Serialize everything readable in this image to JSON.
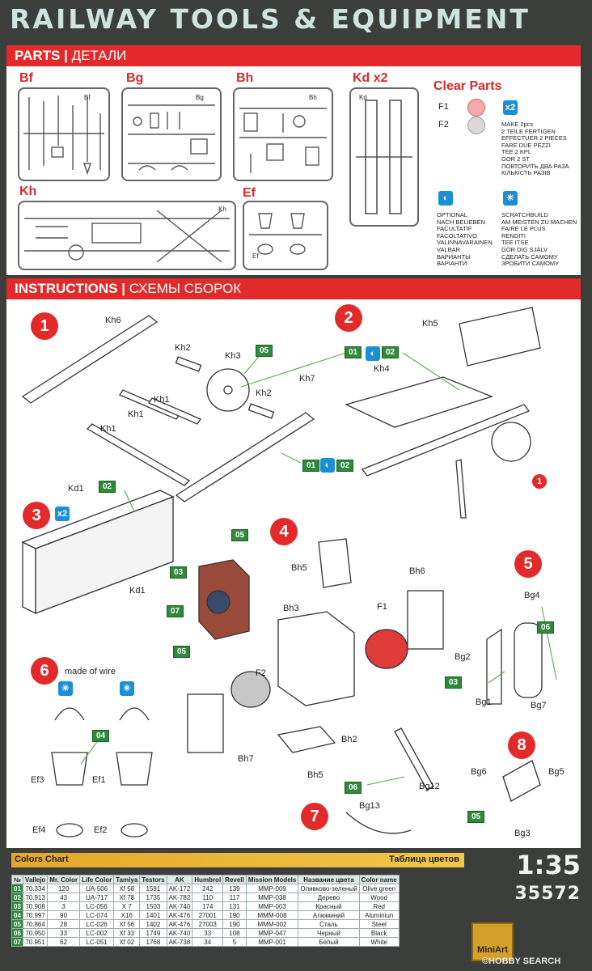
{
  "title": "RAILWAY TOOLS & EQUIPMENT",
  "parts": {
    "header_en": "PARTS",
    "header_ru": "ДЕТАЛИ",
    "sprues": [
      "Bf",
      "Bg",
      "Bh",
      "Kd x2",
      "Kh",
      "Ef"
    ],
    "sprue_tags": [
      "Bf",
      "Bg",
      "Bh",
      "Kd",
      "Kh",
      "Ef"
    ],
    "clear_title": "Clear Parts",
    "f1": "F1",
    "f2": "F2",
    "x2_badge": "x2",
    "make2": "MAKE 2pcs\n2 TEILE FERTIGEN\nEFFECTUER 2 PIECES\nFARE DUE PEZZI\nTEE 2 KPL\nGOR 2 ST\nПОВТОРИТЬ ДВА РАЗА\nКІЛЬКІСТЬ РАЗІВ",
    "optional": "OPTIONAL\nNACH BELIEBEN\nFACULTATIF\nFACOLTATIVO\nVALINNAVARAINEN\nVALBAR\nВАРИАНТЫ\nВАРІАНТИ",
    "scratch": "SCRATCHBUILD\nAM MEISTEN ZU MACHEN\nFAIRE LE PLUS\nRENDITI\nTEE ITSE\nGÖR DIG SJÄLV\nСДЕЛАТЬ САМОМУ\nЗРОБИТИ САМОМУ"
  },
  "instructions": {
    "header_en": "INSTRUCTIONS",
    "header_ru": "СХЕМЫ СБОРОК",
    "steps": [
      "1",
      "2",
      "3",
      "4",
      "5",
      "6",
      "7",
      "8"
    ],
    "made_of_wire": "made of wire",
    "labels": {
      "kh6": "Kh6",
      "kh2a": "Kh2",
      "kh3": "Kh3",
      "kh7": "Kh7",
      "kh2b": "Kh2",
      "kh1a": "Kh1",
      "kh1b": "Kh1",
      "kh1c": "Kh1",
      "kh5": "Kh5",
      "kh4": "Kh4",
      "kd1a": "Kd1",
      "kd1b": "Kd1",
      "bh5a": "Bh5",
      "bh6": "Bh6",
      "bh3": "Bh3",
      "f1": "F1",
      "f2": "F2",
      "bh2": "Bh2",
      "bh7": "Bh7",
      "bh5b": "Bh5",
      "bg4": "Bg4",
      "bg2": "Bg2",
      "bg1": "Bg1",
      "bg7": "Bg7",
      "ef3": "Ef3",
      "ef1": "Ef1",
      "ef4": "Ef4",
      "ef2": "Ef2",
      "bg12": "Bg12",
      "bg13": "Bg13",
      "bg6": "Bg6",
      "bg5": "Bg5",
      "bg3": "Bg3"
    },
    "green": {
      "g05a": "05",
      "g01a": "01",
      "g02a": "02",
      "g01b": "01",
      "g02b": "02",
      "g02c": "02",
      "g05b": "05",
      "g03a": "03",
      "g07": "07",
      "g05c": "05",
      "g06a": "06",
      "g03b": "03",
      "g04": "04",
      "g06b": "06",
      "g05d": "05"
    },
    "callout": "1"
  },
  "colors_chart": {
    "title_en": "Colors Chart",
    "title_ru": "Таблица цветов",
    "headers": [
      "№",
      "Vallejo",
      "Mr. Color",
      "Life Color",
      "Tamiya",
      "Testors",
      "AK",
      "Humbrol",
      "Revell",
      "Mission Models",
      "Название цвета",
      "Color name"
    ],
    "rows": [
      [
        "01",
        "70.334",
        "120",
        "UA-506",
        "Xf 58",
        "1591",
        "AK-172",
        "242",
        "139",
        "MMP-009",
        "Оливково-зеленый",
        "Olive green"
      ],
      [
        "02",
        "70.913",
        "43",
        "UA-717",
        "Xf 78",
        "1735",
        "AK-782",
        "110",
        "117",
        "MMP-038",
        "Дерево",
        "Wood"
      ],
      [
        "03",
        "70.908",
        "3",
        "LC-056",
        "X 7",
        "1503",
        "AK-740",
        "174",
        "131",
        "MMP-003",
        "Красный",
        "Red"
      ],
      [
        "04",
        "70.997",
        "90",
        "LC-074",
        "X16",
        "1401",
        "AK-476",
        "27001",
        "190",
        "MMM-008",
        "Алюминий",
        "Aluminiun"
      ],
      [
        "05",
        "70.864",
        "28",
        "LC-026",
        "Xf 56",
        "1402",
        "AK-476",
        "27003",
        "190",
        "MMM-002",
        "Сталь",
        "Steel"
      ],
      [
        "06",
        "70.950",
        "33",
        "LC-002",
        "Xf 33",
        "1749",
        "AK-740",
        "33",
        "108",
        "MMP-047",
        "Черный",
        "Black"
      ],
      [
        "07",
        "70.951",
        "62",
        "LC-051",
        "Xf 02",
        "1768",
        "AK-738",
        "34",
        "5",
        "MMP-001",
        "Белый",
        "White"
      ]
    ]
  },
  "scale": "1:35",
  "catalog_number": "35572",
  "brand": "MiniArt",
  "watermark": "©HOBBY SEARCH",
  "colors": {
    "red": "#e32a2a",
    "green": "#2f8a3b",
    "blue": "#1a8fd6",
    "title": "#cfe3e0",
    "background": "#3b3e3b"
  }
}
